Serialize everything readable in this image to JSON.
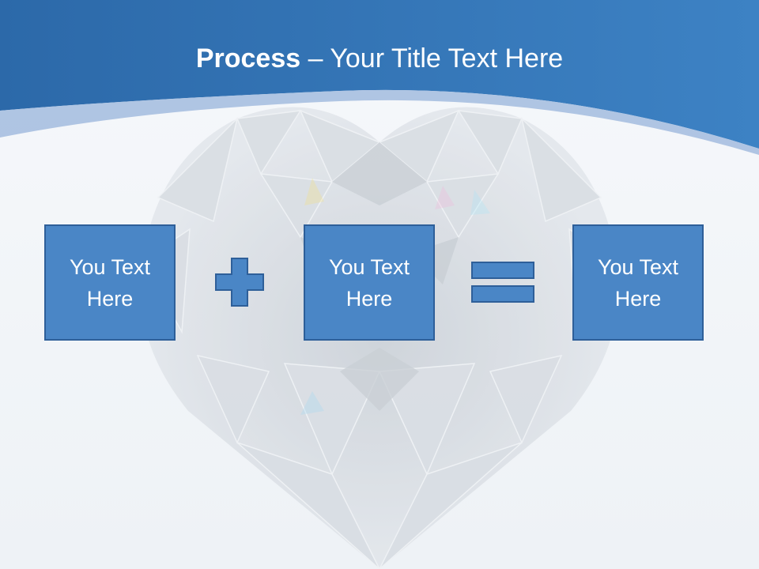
{
  "slide": {
    "title_bold": "Process",
    "title_rest": " – Your Title Text Here",
    "boxes": [
      {
        "label": "You Text Here"
      },
      {
        "label": "You Text Here"
      },
      {
        "label": "You Text Here"
      }
    ],
    "operators": [
      "plus-icon",
      "equals-icon"
    ],
    "colors": {
      "header_blue": "#2d6cae",
      "box_fill": "#4a86c6",
      "box_border": "#2e5f99",
      "text": "#ffffff"
    }
  }
}
